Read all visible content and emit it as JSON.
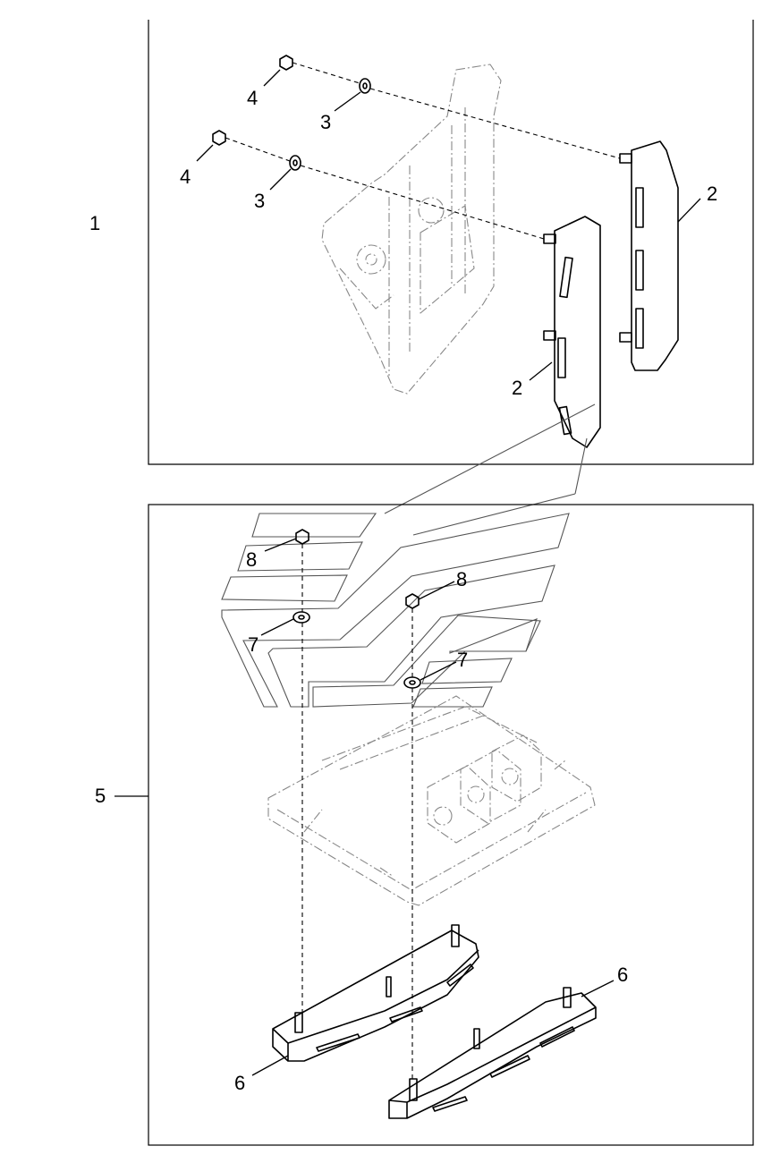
{
  "callouts": {
    "assembly_1": "1",
    "assembly_5": "5",
    "plate_2": "2",
    "washer_3": "3",
    "nut_4": "4",
    "plate_6": "6",
    "washer_7": "7",
    "nut_8": "8"
  }
}
